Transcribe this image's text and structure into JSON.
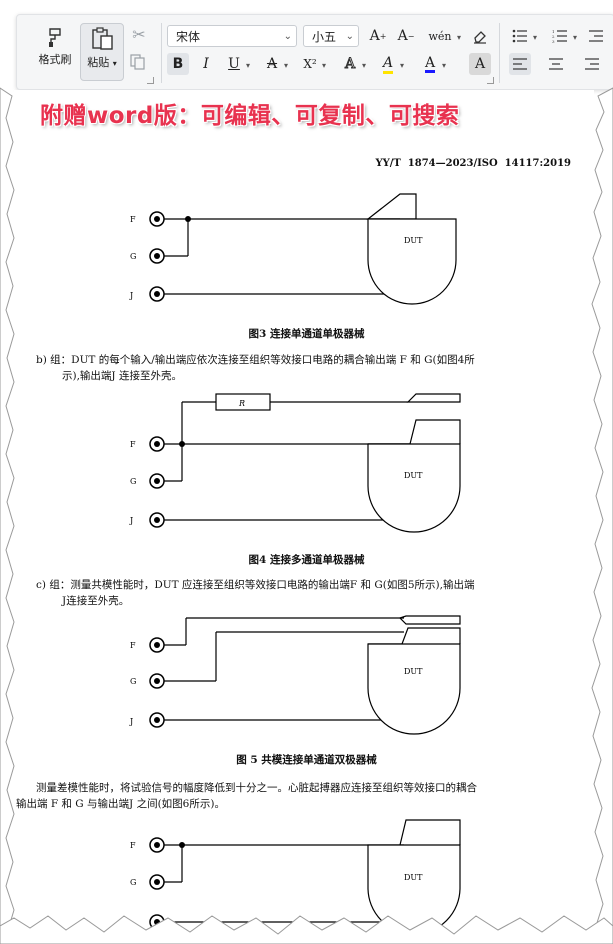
{
  "toolbar": {
    "format_painter_label": "格式刷",
    "paste_label": "粘贴",
    "font_name": "宋体",
    "font_size": "小五",
    "bold": "B",
    "italic": "I",
    "underline": "U",
    "strikethrough": "A",
    "superscript": "X²",
    "text_effect": "A",
    "highlight": "A",
    "font_color": "A",
    "char_shading": "A",
    "grow_font": "A",
    "shrink_font": "A",
    "phonetic": "wén",
    "font_color_hex": "#1a1aff",
    "highlight_hex": "#ffe400"
  },
  "banner": {
    "text": "附赠word版：可编辑、可复制、可搜索"
  },
  "document": {
    "header": "YY/T  1874—2023/ISO  14117:2019",
    "fig3": {
      "caption": "图3   连接单通道单极器械",
      "terminals": [
        "F",
        "G",
        "J"
      ],
      "device": "DUT"
    },
    "para_b": {
      "line1": "b)    组：DUT 的每个输入/输出端应依次连接至组织等效接口电路的耦合输出端 F 和 G(如图4所",
      "line2": "示),输出端J 连接至外壳。"
    },
    "fig4": {
      "caption": "图4   连接多通道单极器械",
      "terminals": [
        "F",
        "G",
        "J"
      ],
      "device": "DUT",
      "resistor": "R"
    },
    "para_c": {
      "line1": "c)    组：测量共模性能时，DUT 应连接至组织等效接口电路的输出端F 和 G(如图5所示),输出端",
      "line2": "J连接至外壳。"
    },
    "fig5": {
      "caption": "图 5   共模连接单通道双极器械",
      "terminals": [
        "F",
        "G",
        "J"
      ],
      "device": "DUT"
    },
    "para_diff": {
      "line1": "测量差模性能时，将试验信号的幅度降低到十分之一。心脏起搏器应连接至组织等效接口的耦合",
      "line2": "输出端 F 和 G 与输出端J 之间(如图6所示)。"
    },
    "fig6": {
      "terminals": [
        "F",
        "G"
      ],
      "device": "DUT"
    }
  }
}
